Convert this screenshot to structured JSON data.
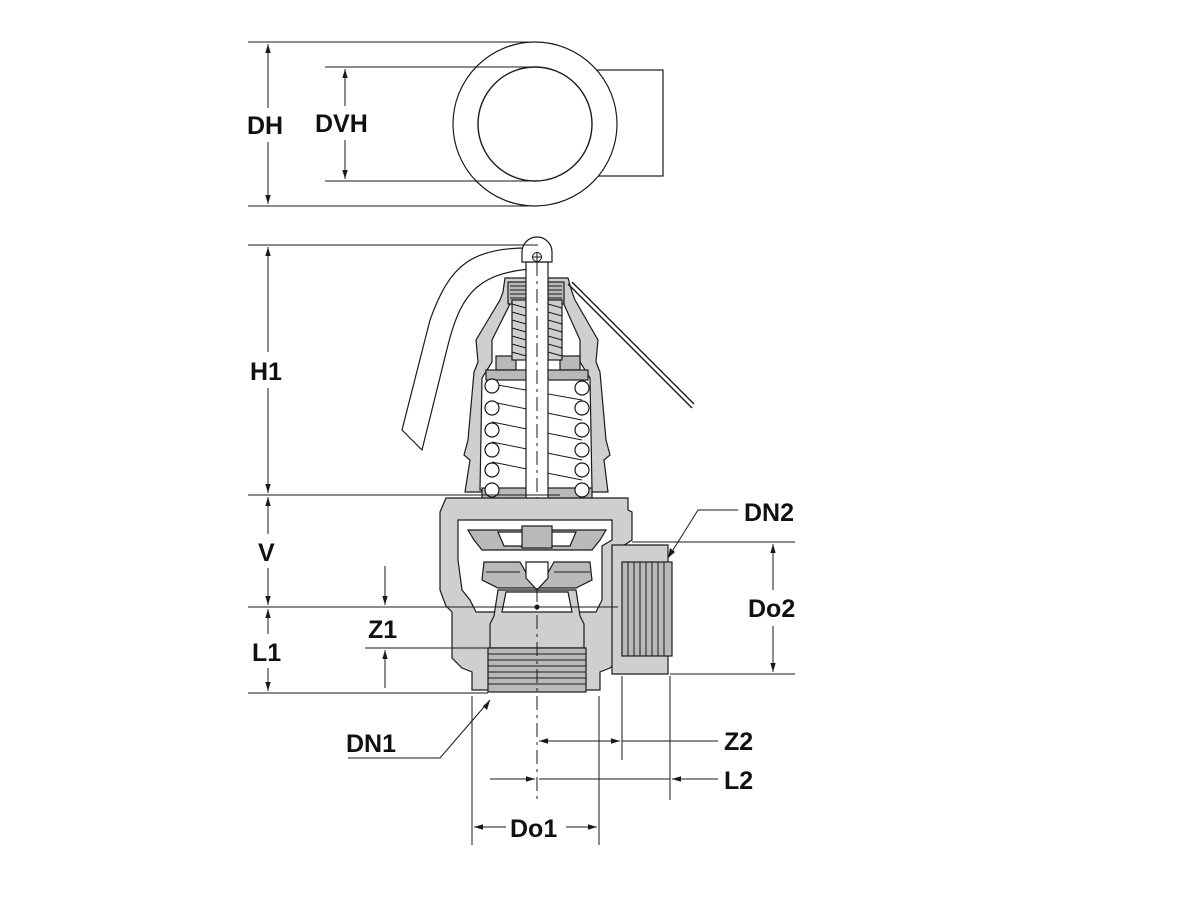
{
  "diagram": {
    "labels": {
      "DH": "DH",
      "DVH": "DVH",
      "H1": "H1",
      "V": "V",
      "Z1": "Z1",
      "L1": "L1",
      "DN1": "DN1",
      "DN2": "DN2",
      "Do2": "Do2",
      "Z2": "Z2",
      "L2": "L2",
      "Do1": "Do1"
    }
  }
}
